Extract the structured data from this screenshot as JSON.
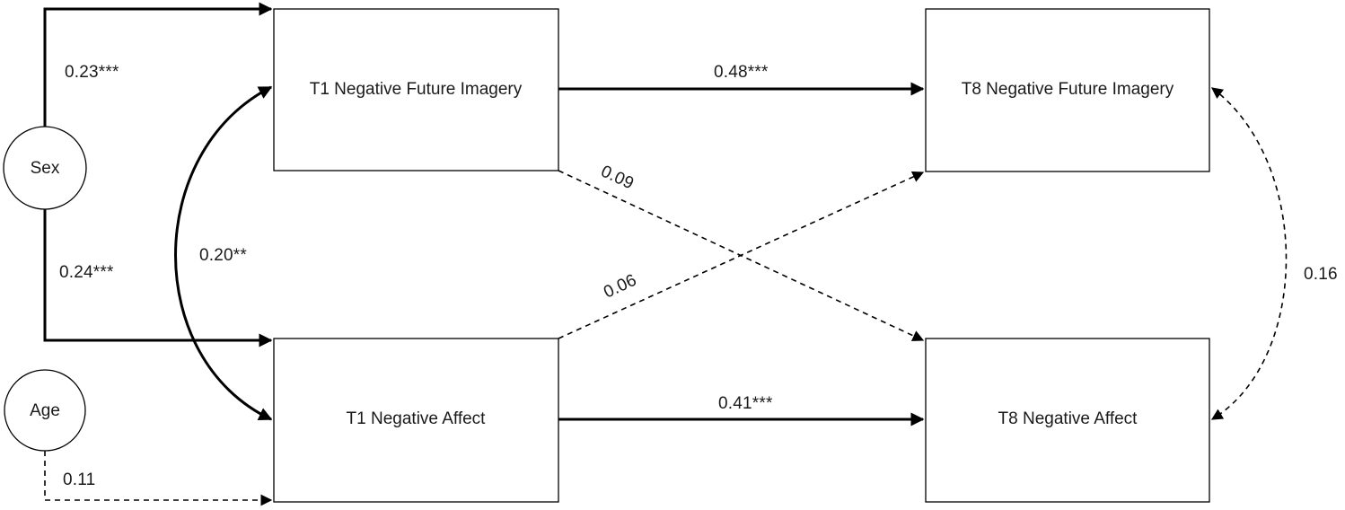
{
  "nodes": {
    "sex": "Sex",
    "age": "Age",
    "t1_nfi": "T1 Negative Future Imagery",
    "t1_na": "T1 Negative Affect",
    "t8_nfi": "T8 Negative Future Imagery",
    "t8_na": "T8 Negative Affect"
  },
  "paths": {
    "sex_t1_nfi": "0.23***",
    "sex_t1_na": "0.24***",
    "t1_covariance": "0.20**",
    "age_t1_na": "0.11",
    "t1_nfi_t8_nfi": "0.48***",
    "t1_na_t8_na": "0.41***",
    "t1_nfi_t8_na": "0.09",
    "t1_na_t8_nfi": "0.06",
    "t8_covariance": "0.16"
  }
}
